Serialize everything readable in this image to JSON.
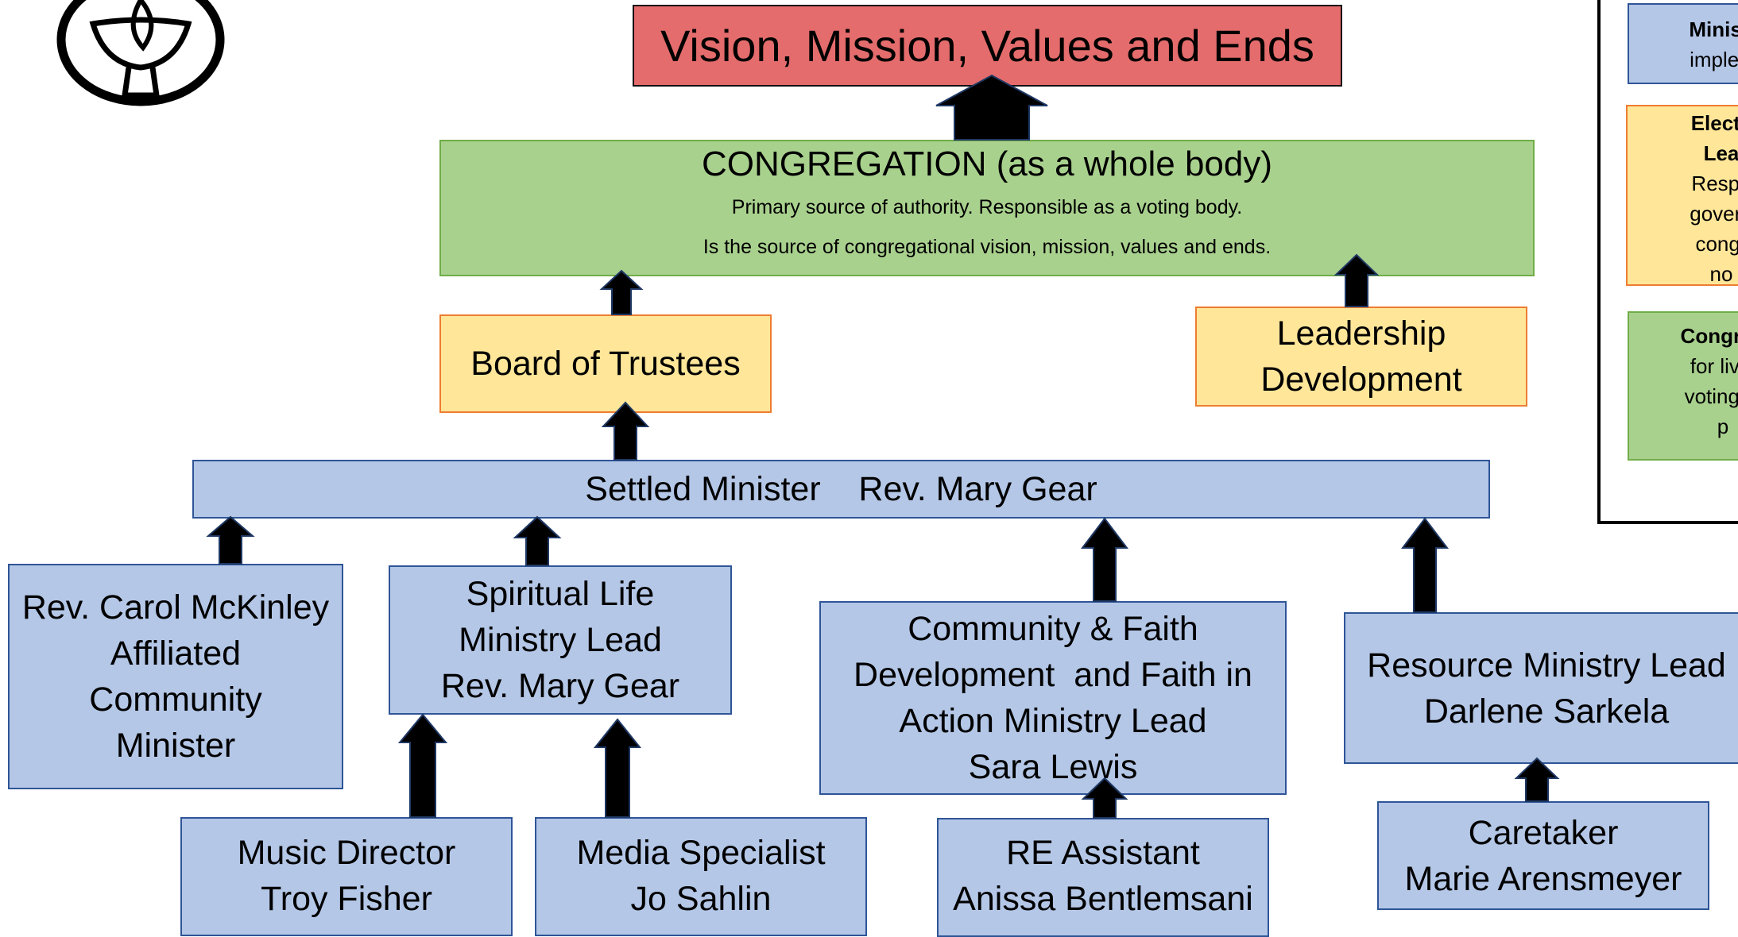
{
  "top": {
    "title": "Vision, Mission, Values and Ends"
  },
  "congregation": {
    "title": "CONGREGATION (as a whole body)",
    "line1": "Primary source of authority. Responsible as a voting body.",
    "line2": "Is the source of congregational vision, mission, values and ends."
  },
  "board": {
    "label": "Board of Trustees"
  },
  "leadership": {
    "line1": "Leadership",
    "line2": "Development"
  },
  "minister": {
    "label": "Settled Minister    Rev. Mary Gear"
  },
  "carol": {
    "lines": [
      "Rev. Carol McKinley",
      "Affiliated",
      "Community",
      "Minister"
    ]
  },
  "spiritual": {
    "lines": [
      "Spiritual Life",
      "Ministry Lead",
      "Rev. Mary Gear"
    ]
  },
  "community": {
    "lines": [
      "Community & Faith",
      "Development  and Faith in",
      "Action Ministry Lead",
      "Sara Lewis"
    ]
  },
  "resource": {
    "lines": [
      "Resource Ministry Lead",
      "Darlene Sarkela"
    ]
  },
  "music": {
    "lines": [
      "Music Director",
      "Troy Fisher"
    ]
  },
  "media": {
    "lines": [
      "Media Specialist",
      "Jo Sahlin"
    ]
  },
  "re": {
    "lines": [
      "RE Assistant",
      "Anissa Bentlemsani"
    ]
  },
  "caretaker": {
    "lines": [
      "Caretaker",
      "Marie Arensmeyer"
    ]
  },
  "legend": {
    "ministry": {
      "bold": "Ministr",
      "text": "implem"
    },
    "elected": {
      "bold1": "Electe",
      "bold2": "Lea",
      "l1": "Respo",
      "l2": "govern",
      "l3": "congr",
      "l4": "no"
    },
    "congreg": {
      "bold": "Congreg",
      "l1": "for livin",
      "l2": "voting, fi",
      "l3": "p"
    }
  },
  "colors": {
    "red": "#e46c6c",
    "green": "#a9d18e",
    "yellow": "#ffe699",
    "blue": "#b4c7e7",
    "arrow": "#000000"
  }
}
